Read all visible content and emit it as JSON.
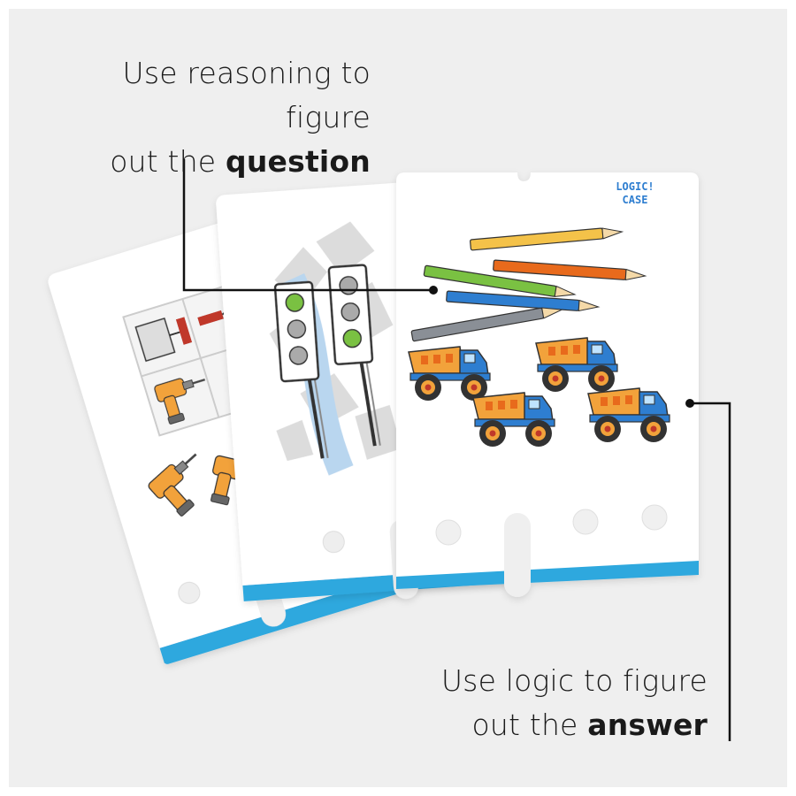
{
  "captions": {
    "top": {
      "line1": "Use reasoning to figure",
      "line2_prefix": "out the ",
      "line2_bold": "question"
    },
    "bottom": {
      "line1": "Use logic to figure",
      "line2_prefix": "out the ",
      "line2_bold": "answer"
    }
  },
  "logo": {
    "line1": "LOGIC!",
    "line2": "CASE"
  },
  "colors": {
    "background": "#efefef",
    "card": "#ffffff",
    "card_stripe": "#2fa8de",
    "callout_line": "#111111",
    "truck_orange": "#f2a23a",
    "truck_blue": "#2f7ed0",
    "traffic_light_green": "#7ac143"
  },
  "icons": {
    "card_left": [
      "paint-roller-icon",
      "power-drill-icon"
    ],
    "card_middle": [
      "traffic-light-icon"
    ],
    "card_front": [
      "colored-pencil-icon",
      "dump-truck-icon"
    ]
  }
}
